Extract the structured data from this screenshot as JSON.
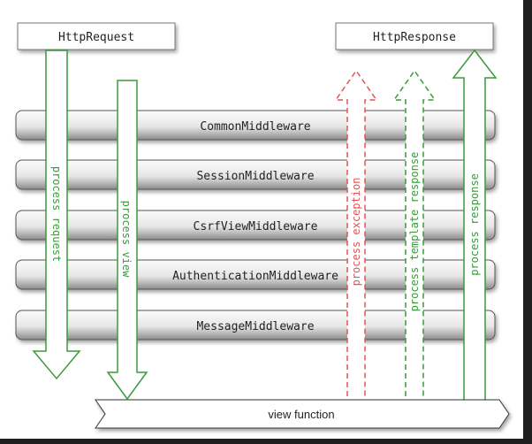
{
  "diagram": {
    "request_box": "HttpRequest",
    "response_box": "HttpResponse",
    "middlewares": [
      "CommonMiddleware",
      "SessionMiddleware",
      "CsrfViewMiddleware",
      "AuthenticationMiddleware",
      "MessageMiddleware"
    ],
    "arrows": {
      "process_request": "process request",
      "process_view": "process view",
      "process_exception": "process exception",
      "process_template_response": "process template response",
      "process_response": "process response"
    },
    "view_function": "view function"
  },
  "colors": {
    "green": "#3a9a3a",
    "red": "#e05555",
    "bar_light": "#f4f4f4",
    "bar_dark": "#9a9a9a"
  }
}
